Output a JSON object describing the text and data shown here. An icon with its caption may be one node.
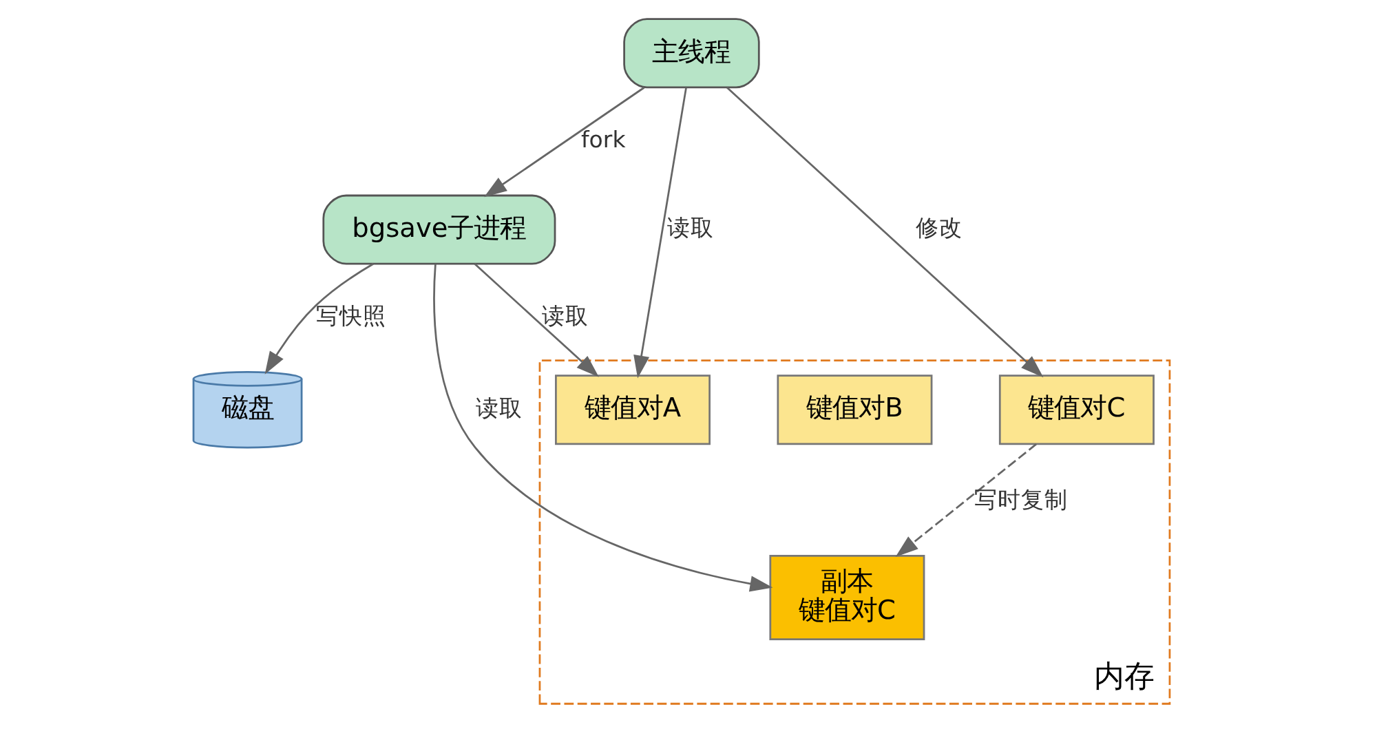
{
  "diagram": {
    "nodes": [
      {
        "text": [
          "主线程"
        ]
      },
      {
        "text": [
          "bgsave子进程"
        ]
      },
      {
        "text": [
          "内存"
        ]
      },
      {
        "text": [
          "键值对A"
        ],
        "in": 2
      },
      {
        "text": [
          "键值对B"
        ],
        "in": 2
      },
      {
        "text": [
          "键值对C"
        ],
        "in": 2
      },
      {
        "text": [
          "副本",
          "键值对C"
        ],
        "in": 2
      },
      {
        "text": [
          "磁盘"
        ]
      }
    ],
    "edges": [
      {
        "from": 0,
        "to": 1,
        "arrow": "to",
        "label": "fork"
      },
      {
        "from": 0,
        "to": 3,
        "arrow": "to",
        "label": "读取"
      },
      {
        "from": 0,
        "to": 5,
        "arrow": "to",
        "label": "修改"
      },
      {
        "from": 1,
        "to": 3,
        "arrow": "to",
        "label": "读取"
      },
      {
        "from": 1,
        "to": 6,
        "arrow": "to",
        "label": "读取"
      },
      {
        "from": 1,
        "to": 7,
        "arrow": "to",
        "label": "写快照"
      },
      {
        "from": 5,
        "to": 6,
        "arrow": "to",
        "label": "写时复制",
        "style": "dashed"
      }
    ]
  }
}
